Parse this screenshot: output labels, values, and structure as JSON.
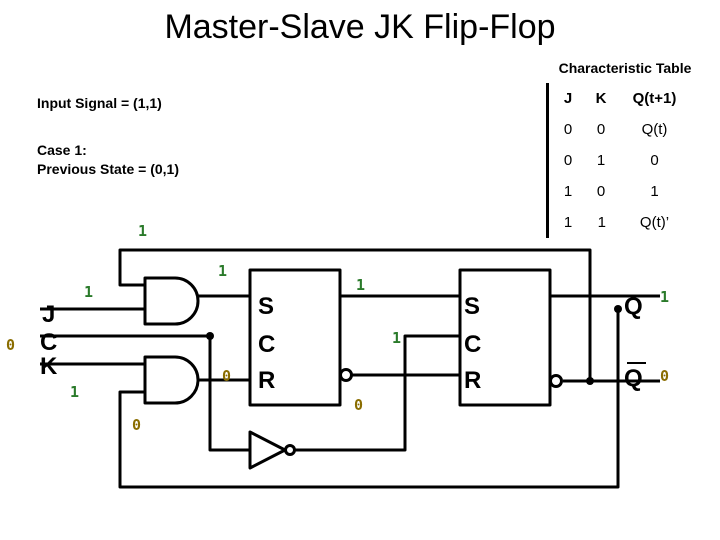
{
  "title": "Master-Slave JK Flip-Flop",
  "input_signal": "Input Signal = (1,1)",
  "case_title": "Case 1:",
  "previous_state": "Previous State = (0,1)",
  "characteristic_table": {
    "title": "Characteristic Table",
    "headers": [
      "J",
      "K",
      "Q(t+1)"
    ],
    "rows": [
      [
        "0",
        "0",
        "Q(t)"
      ],
      [
        "0",
        "1",
        "0"
      ],
      [
        "1",
        "0",
        "1"
      ],
      [
        "1",
        "1",
        "Q(t)’"
      ]
    ]
  },
  "circuit": {
    "inputs": {
      "j": "J",
      "c": "C",
      "k": "K"
    },
    "master": {
      "s": "S",
      "c": "C",
      "r": "R"
    },
    "slave": {
      "s": "S",
      "c": "C",
      "r": "R"
    },
    "outputs": {
      "q": "Q",
      "qbar": "Q"
    },
    "signals": {
      "feedback_top": "1",
      "j_gate_top": "1",
      "and_top_out": "1",
      "master_q": "1",
      "clock": "0",
      "clock_inv": "1",
      "feedback_bottom": "1",
      "and_bottom_out": "0",
      "clock_branch": "0",
      "master_qbar": "0",
      "q_out": "1",
      "qbar_out": "0"
    },
    "colors": {
      "green": "#2a7a2a",
      "gold": "#8a6d00"
    }
  }
}
